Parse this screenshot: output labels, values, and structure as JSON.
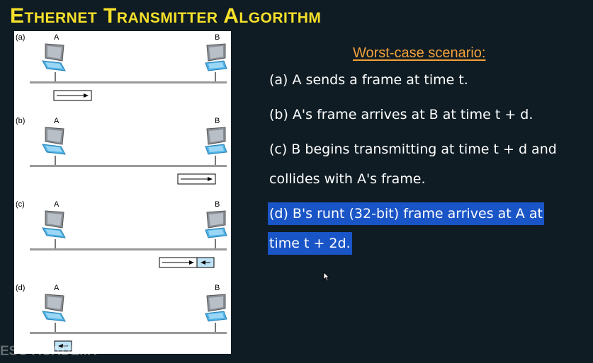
{
  "slide": {
    "title": "Ethernet Transmitter Algorithm",
    "subheading": "Worst-case scenario:",
    "lines": [
      "(a) A sends a frame at time t.",
      "(b) A's frame arrives at B at time t + d.",
      "(c) B begins transmitting at time t + d and",
      "collides with A's frame.",
      "(d) B's runt (32-bit) frame arrives at A at",
      "time t + 2d."
    ],
    "highlighted_lines": [
      4,
      5
    ],
    "watermark": "ESO ACADEMY"
  },
  "diagram": {
    "panels": [
      {
        "label": "(a)",
        "host_a": "A",
        "host_b": "B",
        "frames": "A-right"
      },
      {
        "label": "(b)",
        "host_a": "A",
        "host_b": "B",
        "frames": "near-B-right"
      },
      {
        "label": "(c)",
        "host_a": "A",
        "host_b": "B",
        "frames": "collision"
      },
      {
        "label": "(d)",
        "host_a": "A",
        "host_b": "B",
        "frames": "runt-at-A"
      }
    ]
  },
  "colors": {
    "background": "#0f1c24",
    "title": "#f5e02a",
    "subheading": "#f2a13a",
    "text": "#ffffff",
    "highlight": "#1a55c7"
  },
  "icons": {
    "cursor": "mouse-cursor-icon",
    "computer": "laptop-icon",
    "arrow": "arrow-icon"
  }
}
